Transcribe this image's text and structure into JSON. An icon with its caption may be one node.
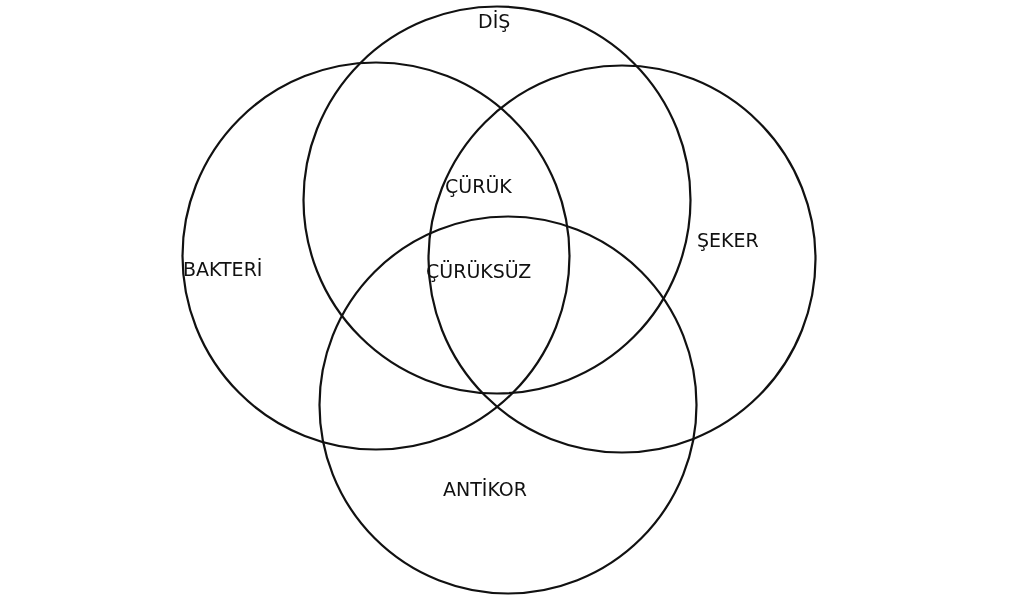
{
  "diagram": {
    "nodes": [
      {
        "text": [
          "DİŞ"
        ]
      },
      {
        "text": [
          "BAKTERİ"
        ]
      },
      {
        "text": [
          "ŞEKER"
        ]
      },
      {
        "text": [
          "ANTİKOR"
        ]
      }
    ],
    "labels": [
      "ÇÜRÜK",
      "ÇÜRÜKSÜZ"
    ]
  }
}
